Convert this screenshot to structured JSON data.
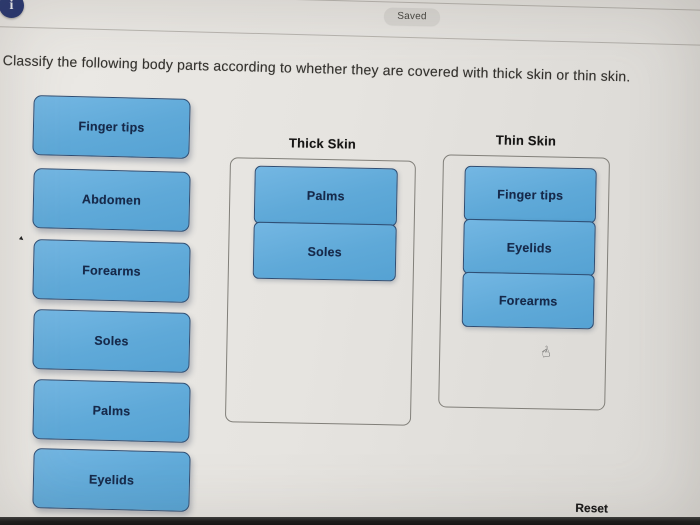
{
  "app": {
    "saved_badge": "Saved",
    "info_icon_glyph": "i",
    "reset_label": "Reset"
  },
  "question": {
    "text": "Classify the following body parts according to whether they are covered with thick skin or thin skin."
  },
  "bank": {
    "items": [
      "Finger tips",
      "Abdomen",
      "Forearms",
      "Soles",
      "Palms",
      "Eyelids"
    ]
  },
  "categories": [
    {
      "label": "Thick Skin",
      "items": [
        "Palms",
        "Soles"
      ]
    },
    {
      "label": "Thin Skin",
      "items": [
        "Finger tips",
        "Eyelids",
        "Forearms"
      ]
    }
  ],
  "icons": {
    "hand_cursor": "☝",
    "arrow_cursor": "▸"
  },
  "colors": {
    "chip_fill": "#63acdb",
    "chip_border": "#2e4d73",
    "chip_text": "#16294a",
    "badge_bg": "#d6d4d0",
    "info_badge_bg": "#22326f"
  }
}
